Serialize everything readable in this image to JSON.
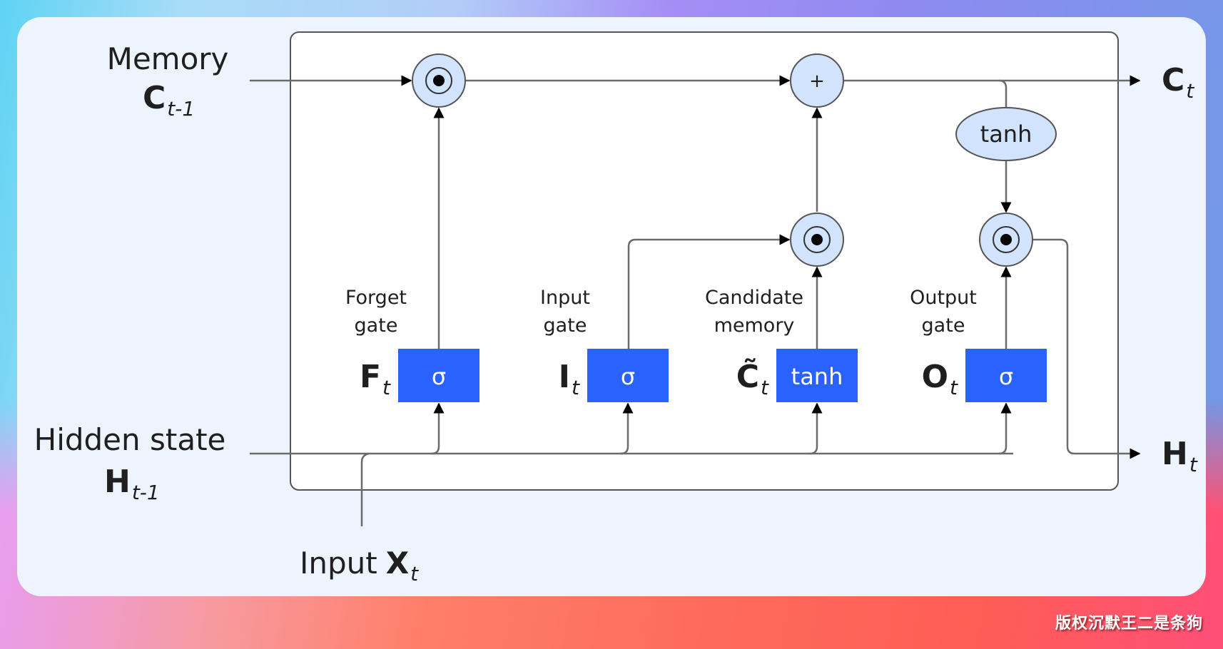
{
  "title": "LSTM cell",
  "inputs": {
    "memory": {
      "label": "Memory",
      "symbol": "C",
      "subscript": "t-1"
    },
    "hidden": {
      "label": "Hidden state",
      "symbol": "H",
      "subscript": "t-1"
    },
    "input": {
      "label": "Input",
      "symbol": "X",
      "subscript": "t"
    }
  },
  "outputs": {
    "memory": {
      "symbol": "C",
      "subscript": "t"
    },
    "hidden": {
      "symbol": "H",
      "subscript": "t"
    }
  },
  "gates": [
    {
      "name_line1": "Forget",
      "name_line2": "gate",
      "symbol": "F",
      "subscript": "t",
      "activation": "σ"
    },
    {
      "name_line1": "Input",
      "name_line2": "gate",
      "symbol": "I",
      "subscript": "t",
      "activation": "σ"
    },
    {
      "name_line1": "Candidate",
      "name_line2": "memory",
      "symbol": "C̃",
      "subscript": "t",
      "activation": "tanh"
    },
    {
      "name_line1": "Output",
      "name_line2": "gate",
      "symbol": "O",
      "subscript": "t",
      "activation": "σ"
    }
  ],
  "operators": {
    "add": "+",
    "output_tanh": "tanh"
  },
  "colors": {
    "gate_box": "#2962ff",
    "operator_fill": "#d2e3fd",
    "line": "#6b6b6b",
    "card": "#edf4fe"
  },
  "watermark": "版权沉默王二是条狗"
}
